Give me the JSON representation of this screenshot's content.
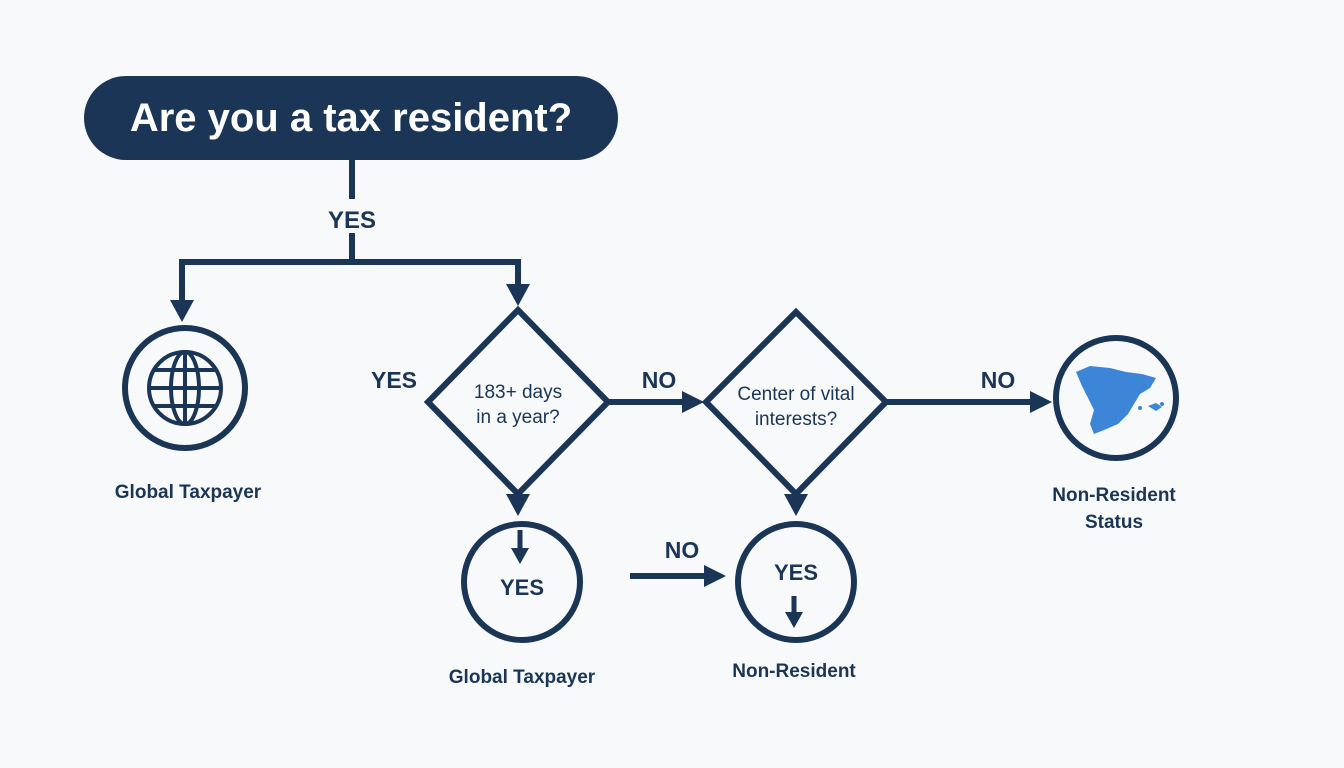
{
  "title": "Are you a tax resident?",
  "labels": {
    "yes_top": "YES",
    "yes_left": "YES",
    "no_1": "NO",
    "no_2": "NO",
    "no_bottom": "NO",
    "q1_line1": "183+ days",
    "q1_line2": "in a year?",
    "q2_line1": "Center of vital",
    "q2_line2": "interests?",
    "circle_yes_1": "YES",
    "circle_yes_2": "YES",
    "global_taxpayer_1": "Global Taxpayer",
    "global_taxpayer_2": "Global Taxpayer",
    "non_resident": "Non-Resident",
    "non_resident_status_line1": "Non-Resident",
    "non_resident_status_line2": "Status"
  },
  "icons": {
    "globe": "globe-icon",
    "spain_map": "spain-map-icon"
  },
  "colors": {
    "primary": "#1a3556",
    "map_fill": "#3d85d6",
    "background": "#f7f9fb"
  }
}
